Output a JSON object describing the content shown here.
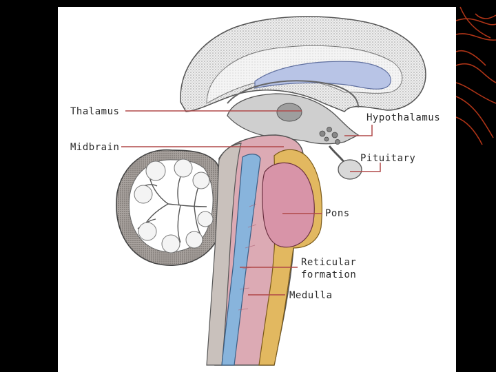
{
  "diagram": {
    "labels": {
      "thalamus": "Thalamus",
      "midbrain": "Midbrain",
      "hypothalamus": "Hypothalamus",
      "pituitary": "Pituitary",
      "pons": "Pons",
      "reticular_1": "Reticular",
      "reticular_2": "formation",
      "medulla": "Medulla"
    },
    "colors": {
      "background": "#000000",
      "panel": "#ffffff",
      "leader": "#b04848",
      "cortex": "#d8d8d8",
      "ventricle": "#b8c4e6",
      "brainstem": "#dcaab4",
      "pons": "#d894a8",
      "canal": "#88b4dc",
      "fat": "#e2b860",
      "cerebellum": "#9a9490"
    }
  }
}
